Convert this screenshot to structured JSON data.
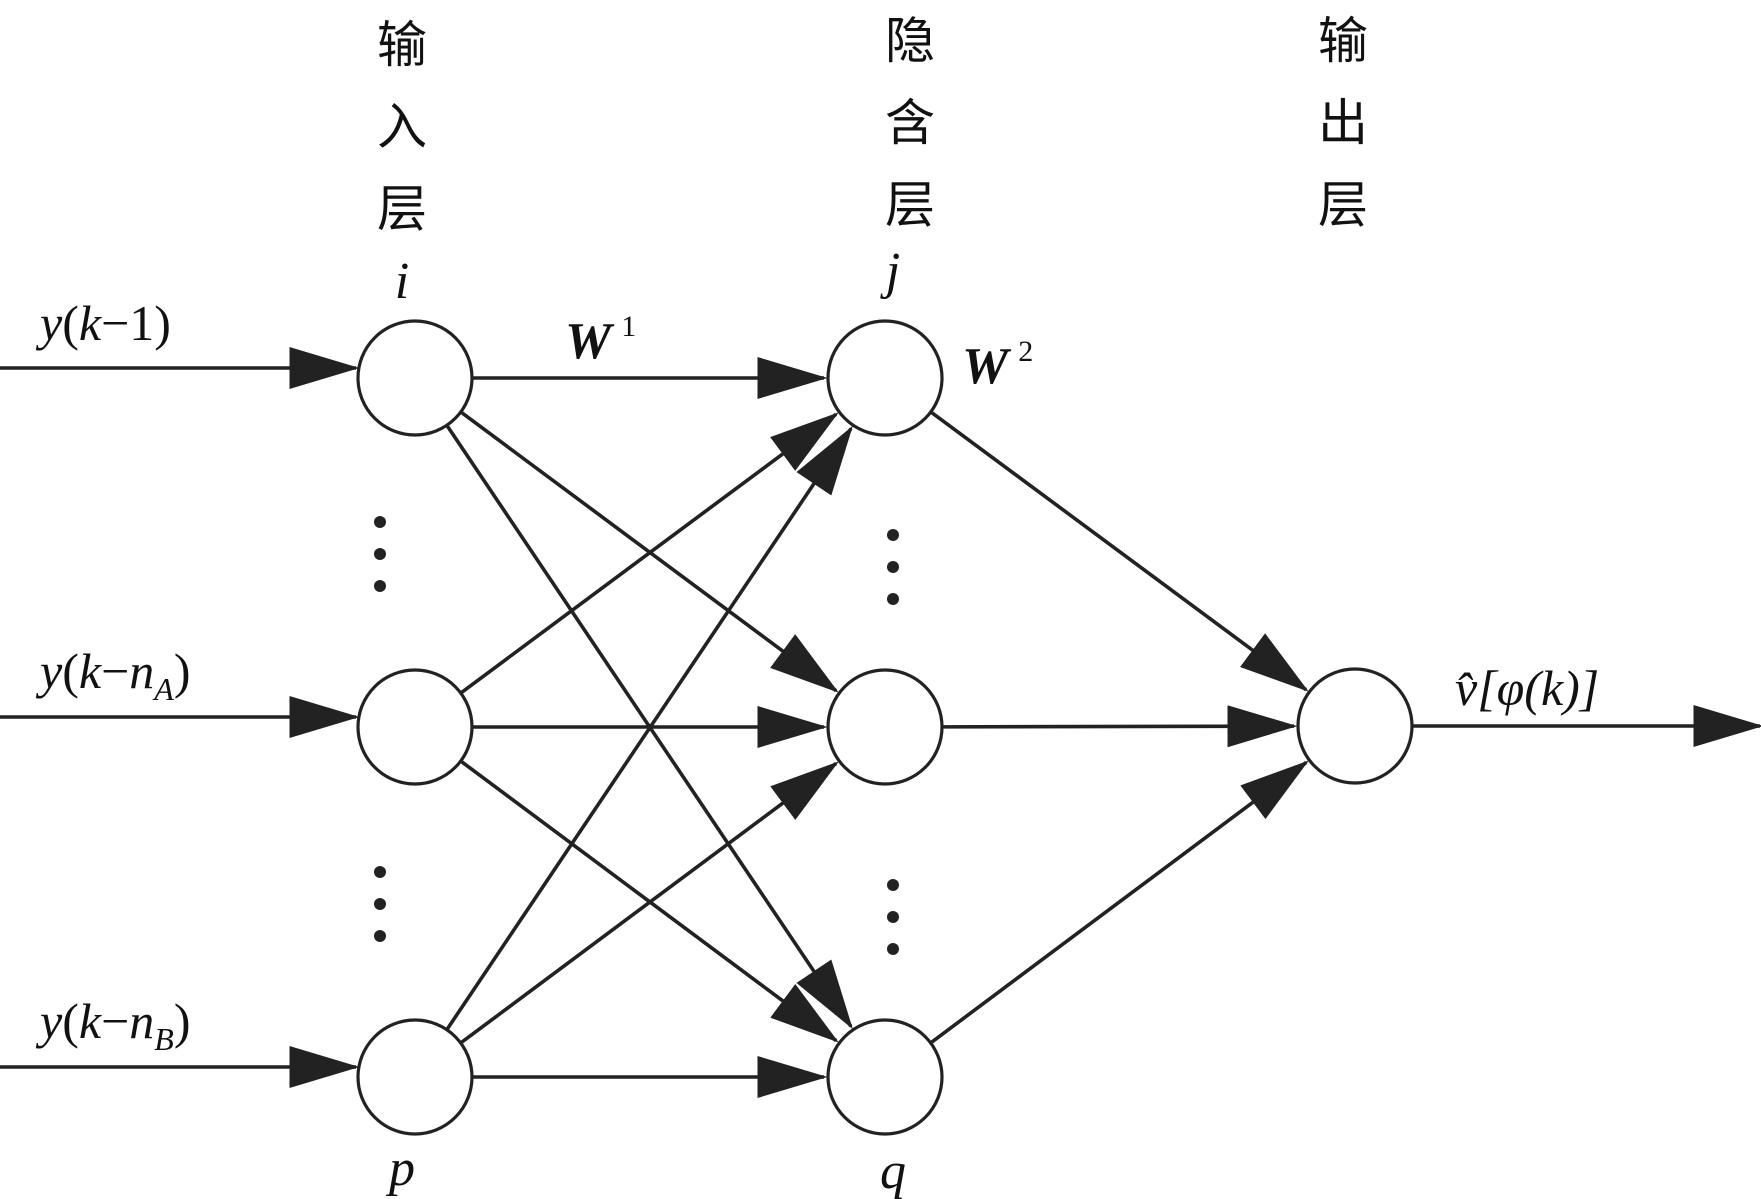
{
  "layers": {
    "input": {
      "title": "输入层",
      "node_top": "i",
      "node_bottom": "p"
    },
    "hidden": {
      "title": "隐含层",
      "node_top": "j",
      "node_bottom": "q"
    },
    "output": {
      "title": "输出层"
    }
  },
  "weights": {
    "w1": {
      "symbol": "W",
      "sup": "1"
    },
    "w2": {
      "symbol": "W",
      "sup": "2"
    }
  },
  "inputs": [
    {
      "base": "y(",
      "var": "k",
      "op": "−",
      "rest": "1",
      "sub": "",
      "close": ")"
    },
    {
      "base": "y(",
      "var": "k",
      "op": "−",
      "rest": "n",
      "sub": "A",
      "close": ")"
    },
    {
      "base": "y(",
      "var": "k",
      "op": "−",
      "rest": "n",
      "sub": "B",
      "close": ")"
    }
  ],
  "output_label": "v̂[φ(k)]",
  "colors": {
    "stroke": "#222222",
    "background": "#ffffff"
  }
}
